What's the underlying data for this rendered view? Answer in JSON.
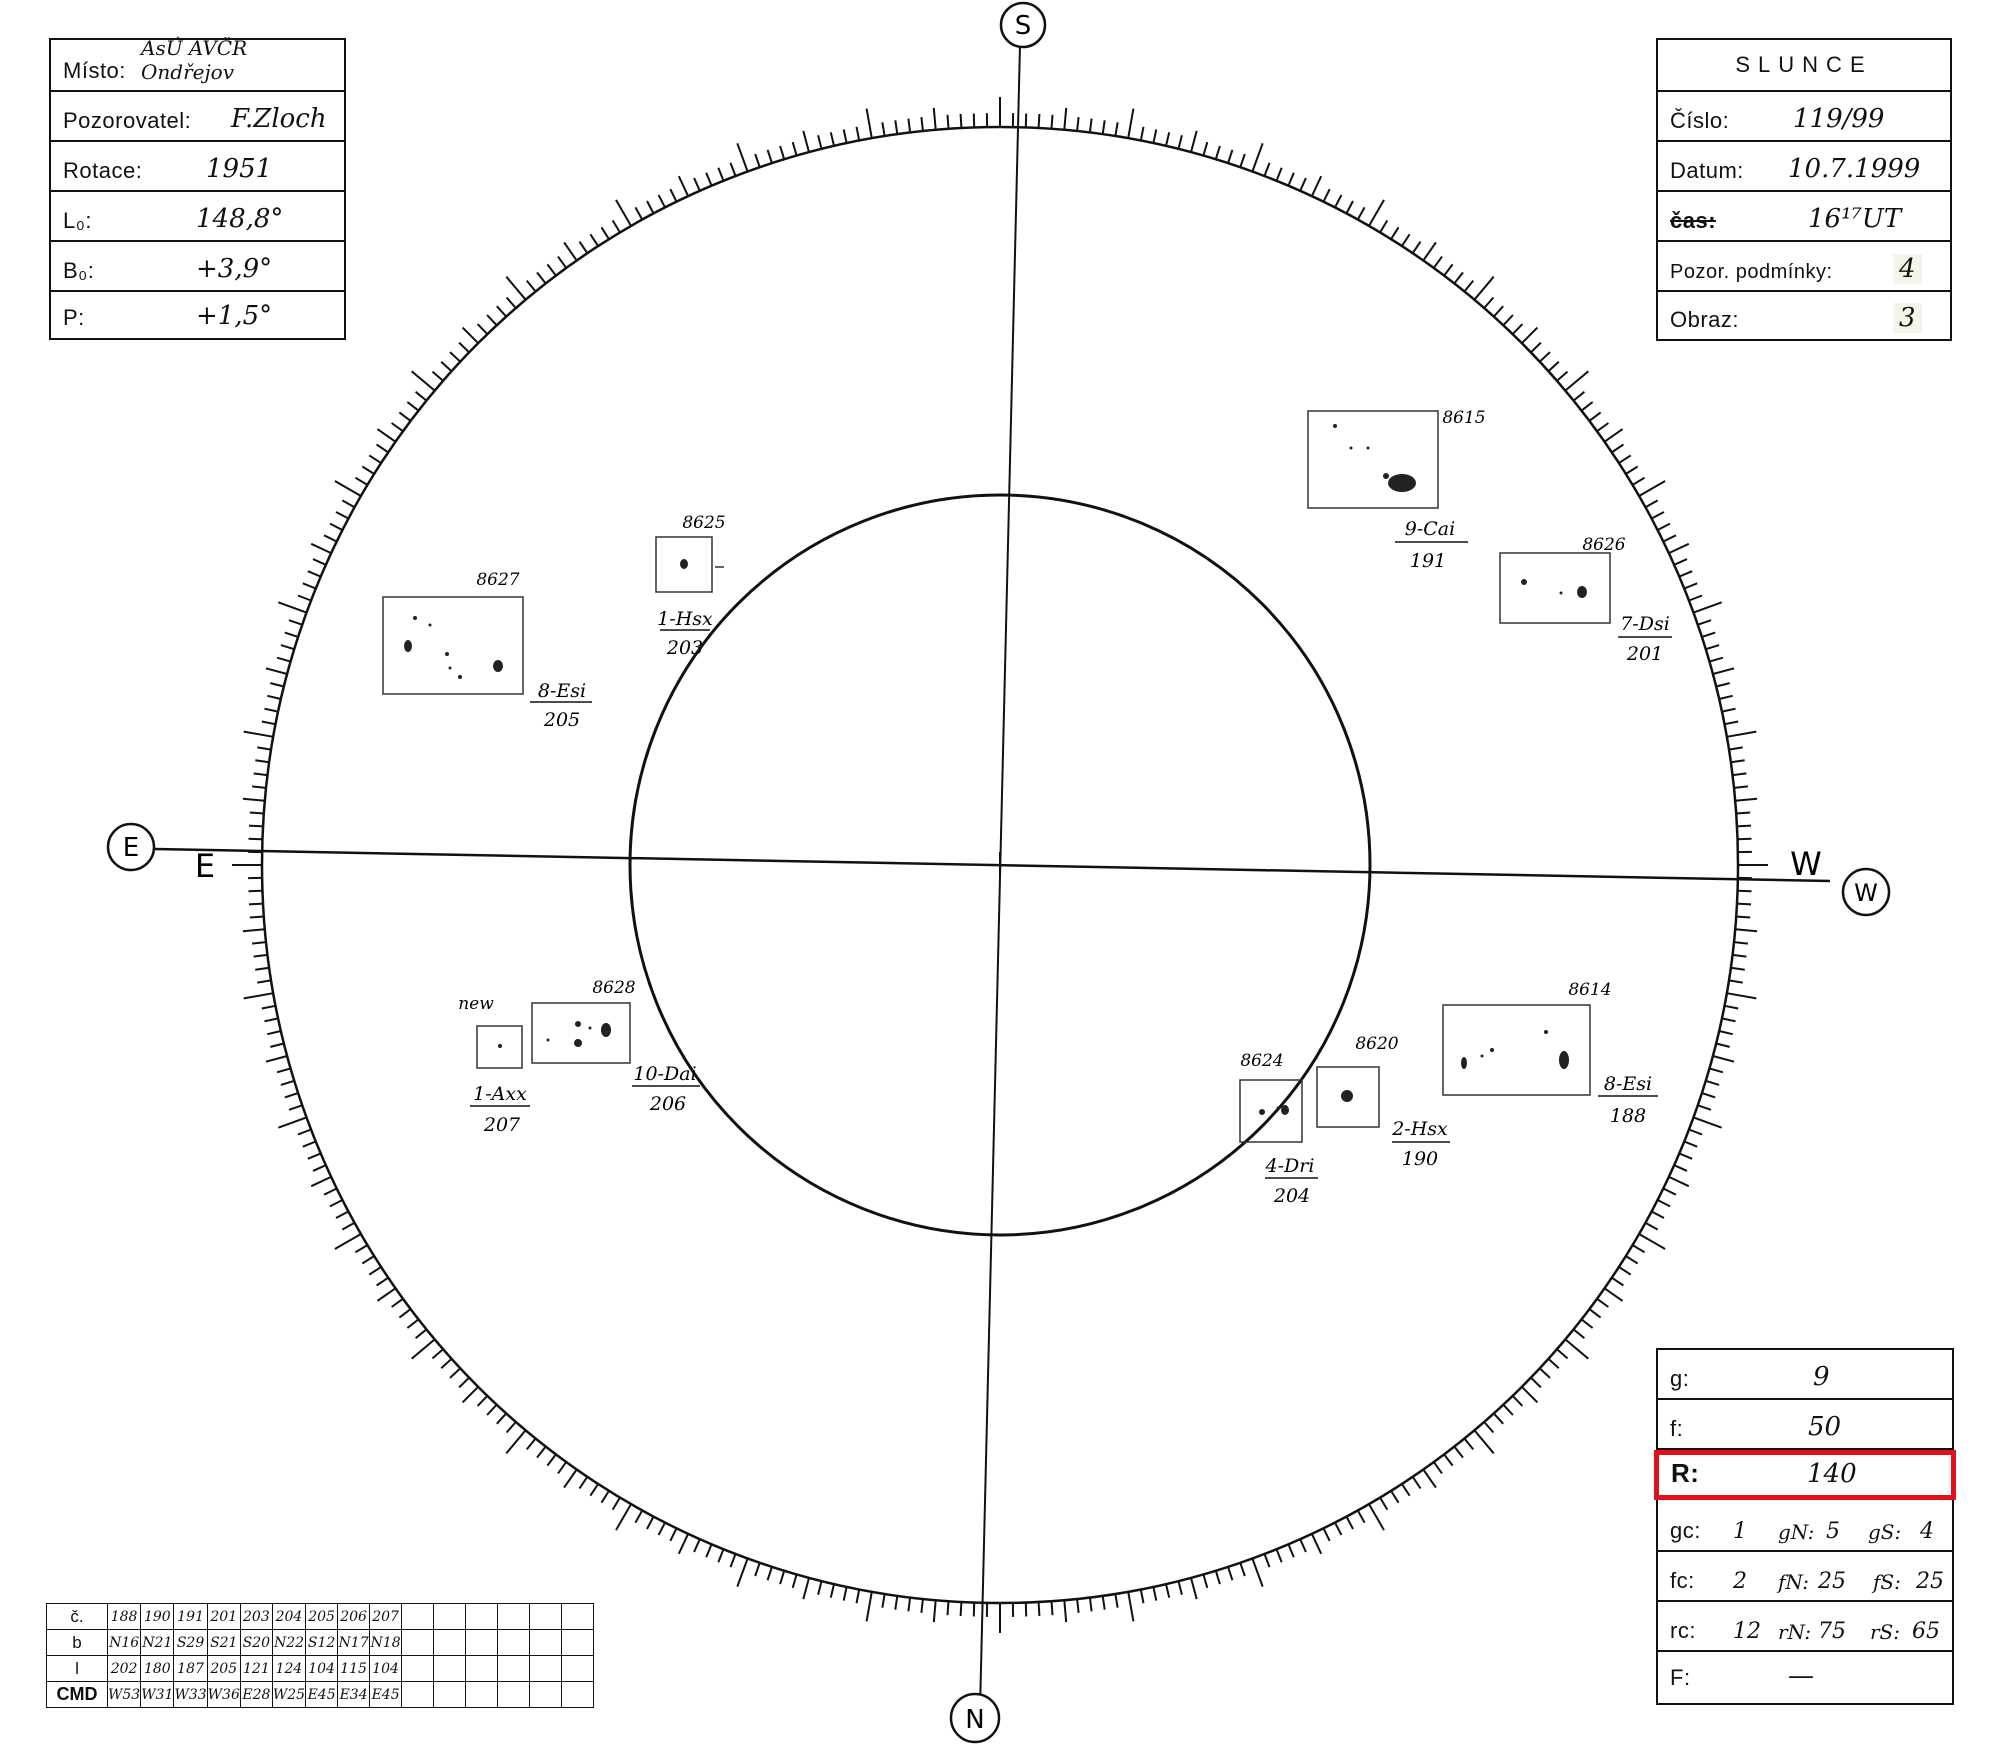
{
  "header_left": {
    "rows": [
      {
        "label": "Místo:",
        "value": "AsÚ AVČR Ondřejov"
      },
      {
        "label": "Pozorovatel:",
        "value": "F.Zloch"
      },
      {
        "label": "Rotace:",
        "value": "1951"
      },
      {
        "label": "L₀:",
        "value": "148,8°"
      },
      {
        "label": "B₀:",
        "value": "+3,9°"
      },
      {
        "label": "P:",
        "value": "+1,5°"
      }
    ]
  },
  "header_right": {
    "title": "SLUNCE",
    "rows": [
      {
        "label": "Číslo:",
        "value": "119/99"
      },
      {
        "label": "Datum:",
        "value": "10.7.1999"
      },
      {
        "label": "čas:",
        "value": "16¹⁷UT"
      },
      {
        "label": "Pozor. podmínky:",
        "value": "4"
      },
      {
        "label": "Obraz:",
        "value": "3"
      }
    ]
  },
  "directions": {
    "south": "S",
    "north": "N",
    "east": "E",
    "west": "W"
  },
  "groups": [
    {
      "noaa": "8627",
      "class": "8-Esi",
      "cmd_no": "205"
    },
    {
      "noaa": "8625",
      "class": "1-Hsx",
      "cmd_no": "203"
    },
    {
      "noaa": "8615",
      "class": "9-Cai",
      "cmd_no": "191"
    },
    {
      "noaa": "8626",
      "class": "7-Dsi",
      "cmd_no": "201"
    },
    {
      "noaa": "new",
      "class": "1-Axx",
      "cmd_no": "207"
    },
    {
      "noaa": "8628",
      "class": "10-Dai",
      "cmd_no": "206"
    },
    {
      "noaa": "8624",
      "class": "4-Dri",
      "cmd_no": "204"
    },
    {
      "noaa": "8620",
      "class": "2-Hsx",
      "cmd_no": "190"
    },
    {
      "noaa": "8614",
      "class": "8-Esi",
      "cmd_no": "188"
    }
  ],
  "stats": {
    "rows": [
      {
        "label": "g:",
        "value": "9"
      },
      {
        "label": "f:",
        "value": "50"
      },
      {
        "label": "R:",
        "value": "140"
      }
    ],
    "gc": {
      "label": "gc:",
      "value": "1",
      "n_label": "gN:",
      "n_value": "5",
      "s_label": "gS:",
      "s_value": "4"
    },
    "fc": {
      "label": "fc:",
      "value": "2",
      "n_label": "fN:",
      "n_value": "25",
      "s_label": "fS:",
      "s_value": "25"
    },
    "rc": {
      "label": "rc:",
      "value": "12",
      "n_label": "rN:",
      "n_value": "75",
      "s_label": "rS:",
      "s_value": "65"
    },
    "F": {
      "label": "F:",
      "value": "—"
    },
    "highlight_color": "#e0101c"
  },
  "table": {
    "row_labels": [
      "č.",
      "b",
      "l",
      "CMD"
    ],
    "c": [
      "188",
      "190",
      "191",
      "201",
      "203",
      "204",
      "205",
      "206",
      "207"
    ],
    "b": [
      "N16",
      "N21",
      "S29",
      "S21",
      "S20",
      "N22",
      "S12",
      "N17",
      "N18"
    ],
    "l": [
      "202",
      "180",
      "187",
      "205",
      "121",
      "124",
      "104",
      "115",
      "104"
    ],
    "cmd": [
      "W53",
      "W31",
      "W33",
      "W36",
      "E28",
      "W25",
      "E45",
      "E34",
      "E45"
    ]
  }
}
